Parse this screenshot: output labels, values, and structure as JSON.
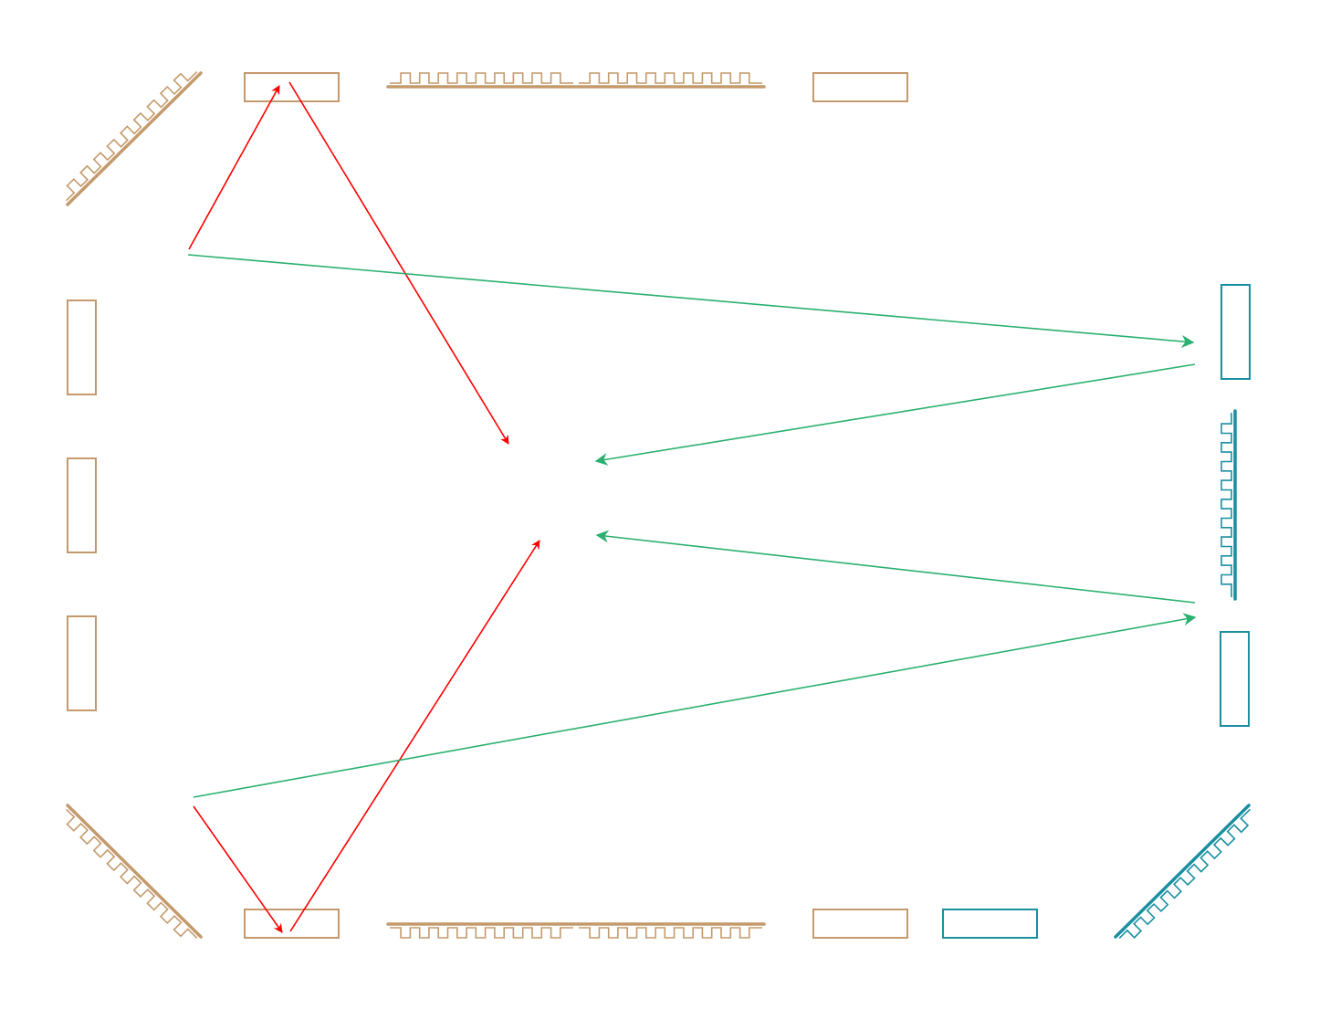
{
  "colors": {
    "background": "#ffffff",
    "tan": "#c49a6c",
    "teal": "#1a8fa0",
    "red": "#ff0000",
    "green": "#2ab070"
  },
  "diagram": {
    "pieces": [
      {
        "name": "top-left-diagonal-track",
        "kind": "track",
        "color": "tan"
      },
      {
        "name": "top-slot-1",
        "kind": "slot",
        "color": "tan"
      },
      {
        "name": "top-track-1",
        "kind": "track",
        "color": "tan"
      },
      {
        "name": "top-track-2",
        "kind": "track",
        "color": "tan"
      },
      {
        "name": "top-slot-2",
        "kind": "slot",
        "color": "tan"
      },
      {
        "name": "left-slot-1",
        "kind": "slot",
        "color": "tan"
      },
      {
        "name": "left-slot-2",
        "kind": "slot",
        "color": "tan"
      },
      {
        "name": "left-slot-3",
        "kind": "slot",
        "color": "tan"
      },
      {
        "name": "bottom-left-diagonal-track",
        "kind": "track",
        "color": "tan"
      },
      {
        "name": "bottom-slot-1",
        "kind": "slot",
        "color": "tan"
      },
      {
        "name": "bottom-track-1",
        "kind": "track",
        "color": "tan"
      },
      {
        "name": "bottom-track-2",
        "kind": "track",
        "color": "tan"
      },
      {
        "name": "bottom-slot-2",
        "kind": "slot",
        "color": "tan"
      },
      {
        "name": "bottom-slot-teal",
        "kind": "slot",
        "color": "teal"
      },
      {
        "name": "bottom-right-diagonal-track",
        "kind": "track",
        "color": "teal"
      },
      {
        "name": "right-slot-1",
        "kind": "slot",
        "color": "teal"
      },
      {
        "name": "right-vertical-track",
        "kind": "track",
        "color": "teal"
      },
      {
        "name": "right-slot-2",
        "kind": "slot",
        "color": "teal"
      }
    ],
    "arrows": [
      {
        "name": "red-arrow-up-left",
        "color": "red"
      },
      {
        "name": "red-arrow-down-to-center",
        "color": "red"
      },
      {
        "name": "red-arrow-down-left",
        "color": "red"
      },
      {
        "name": "red-arrow-up-to-center",
        "color": "red"
      },
      {
        "name": "green-arrow-to-right-top",
        "color": "green"
      },
      {
        "name": "green-arrow-to-center-top",
        "color": "green"
      },
      {
        "name": "green-arrow-to-center-bottom",
        "color": "green"
      },
      {
        "name": "green-arrow-to-right-bottom",
        "color": "green"
      }
    ]
  }
}
